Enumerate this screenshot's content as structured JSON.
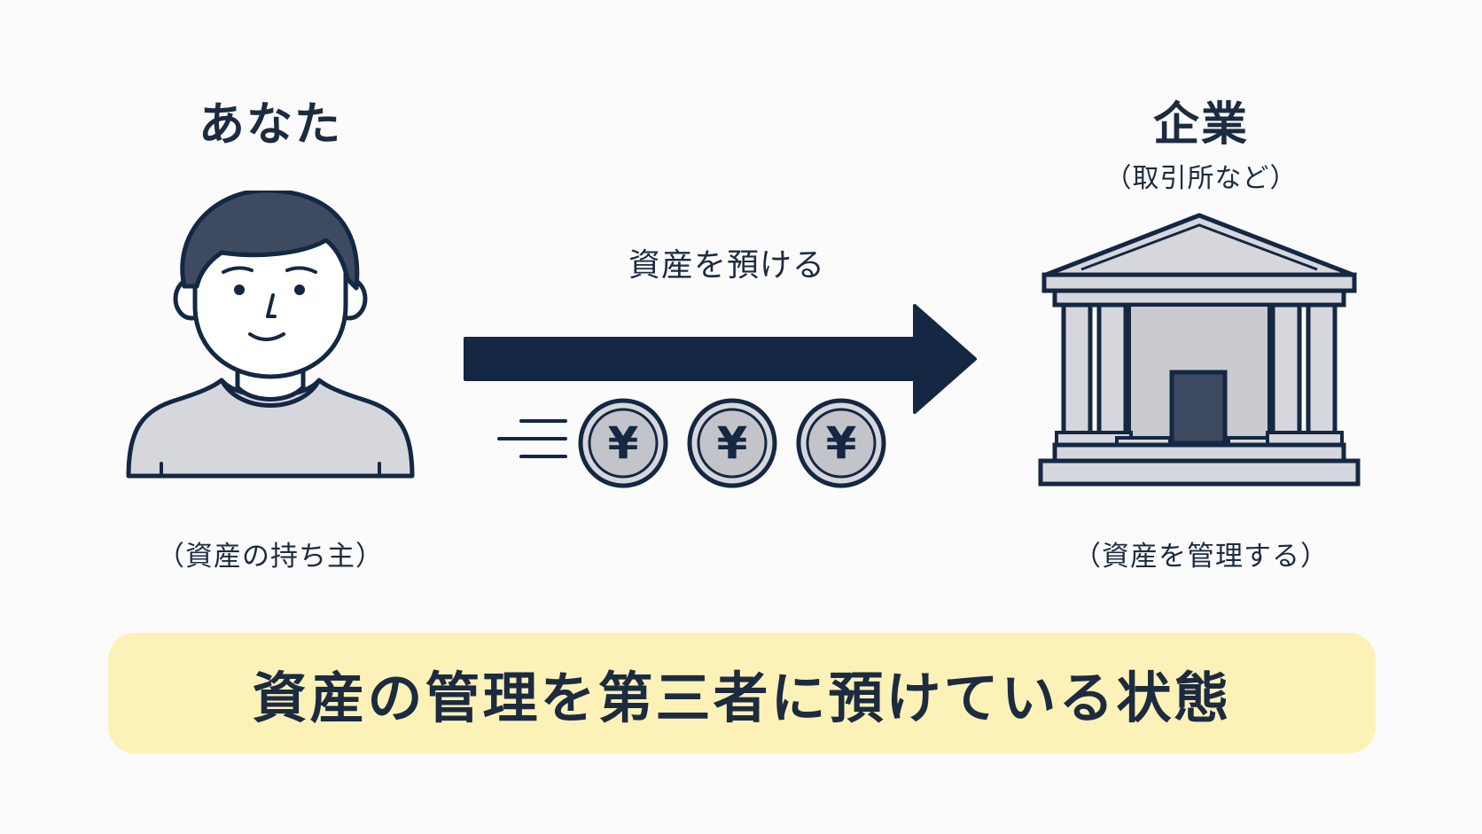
{
  "left_party": {
    "title": "あなた",
    "caption": "（資産の持ち主）"
  },
  "right_party": {
    "title": "企業",
    "subtitle": "（取引所など）",
    "caption": "（資産を管理する）"
  },
  "flow": {
    "label": "資産を預ける",
    "coin_symbol": "¥",
    "coin_count": 3
  },
  "summary": {
    "text": "資産の管理を第三者に預けている状態"
  },
  "colors": {
    "navy": "#142743",
    "gray_fill": "#d6d7dc",
    "banner": "#fcf2b8",
    "background": "#fbfbfb"
  },
  "icons": {
    "left": "person-icon",
    "right": "bank-building-icon",
    "coins": "yen-coin-icon",
    "arrow": "right-arrow-icon"
  }
}
